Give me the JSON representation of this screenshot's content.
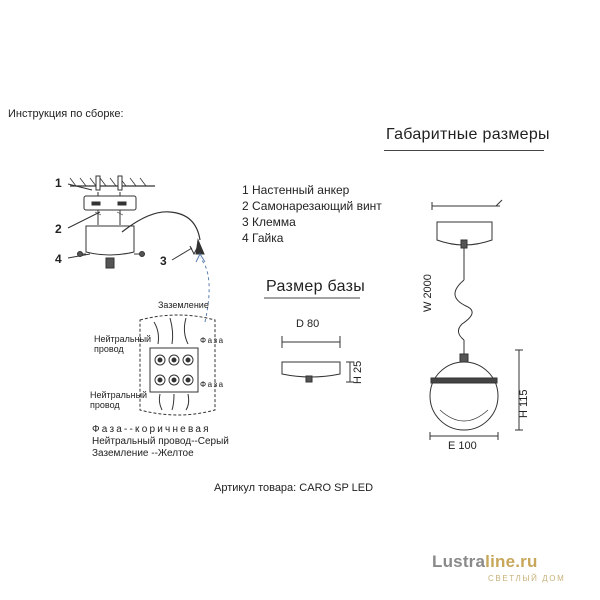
{
  "assembly_title": "Инструкция по сборке:",
  "dimensions_title": "Габаритные размеры",
  "parts": [
    "1 Настенный анкер",
    "2 Самонарезающий винт",
    "3 Клемма",
    "4 Гайка"
  ],
  "callouts": [
    "1",
    "2",
    "4",
    "3"
  ],
  "base_title": "Размер базы",
  "base_dims": {
    "diameter": "D 80",
    "height": "H 25"
  },
  "lamp_dims": {
    "wire": "W 2000",
    "height": "H 115",
    "width": "E 100"
  },
  "wiring": {
    "ground": "Заземление",
    "neutral": "Нейтральный провод",
    "phase": "Фаза",
    "legend": [
      "Фаза--коричневая",
      "Нейтральный провод--Серый",
      "Заземление --Желтое"
    ]
  },
  "article": "Артикул товара: CARO SP LED",
  "watermark": {
    "brand_a": "Lustra",
    "brand_b": "line.ru",
    "subtitle": "СВЕТЛЫЙ ДОМ"
  },
  "colors": {
    "line": "#333333",
    "accent_blue": "#5b7fb0",
    "watermark_gray": "#8a8a8a",
    "watermark_gold": "#c8a65a"
  }
}
